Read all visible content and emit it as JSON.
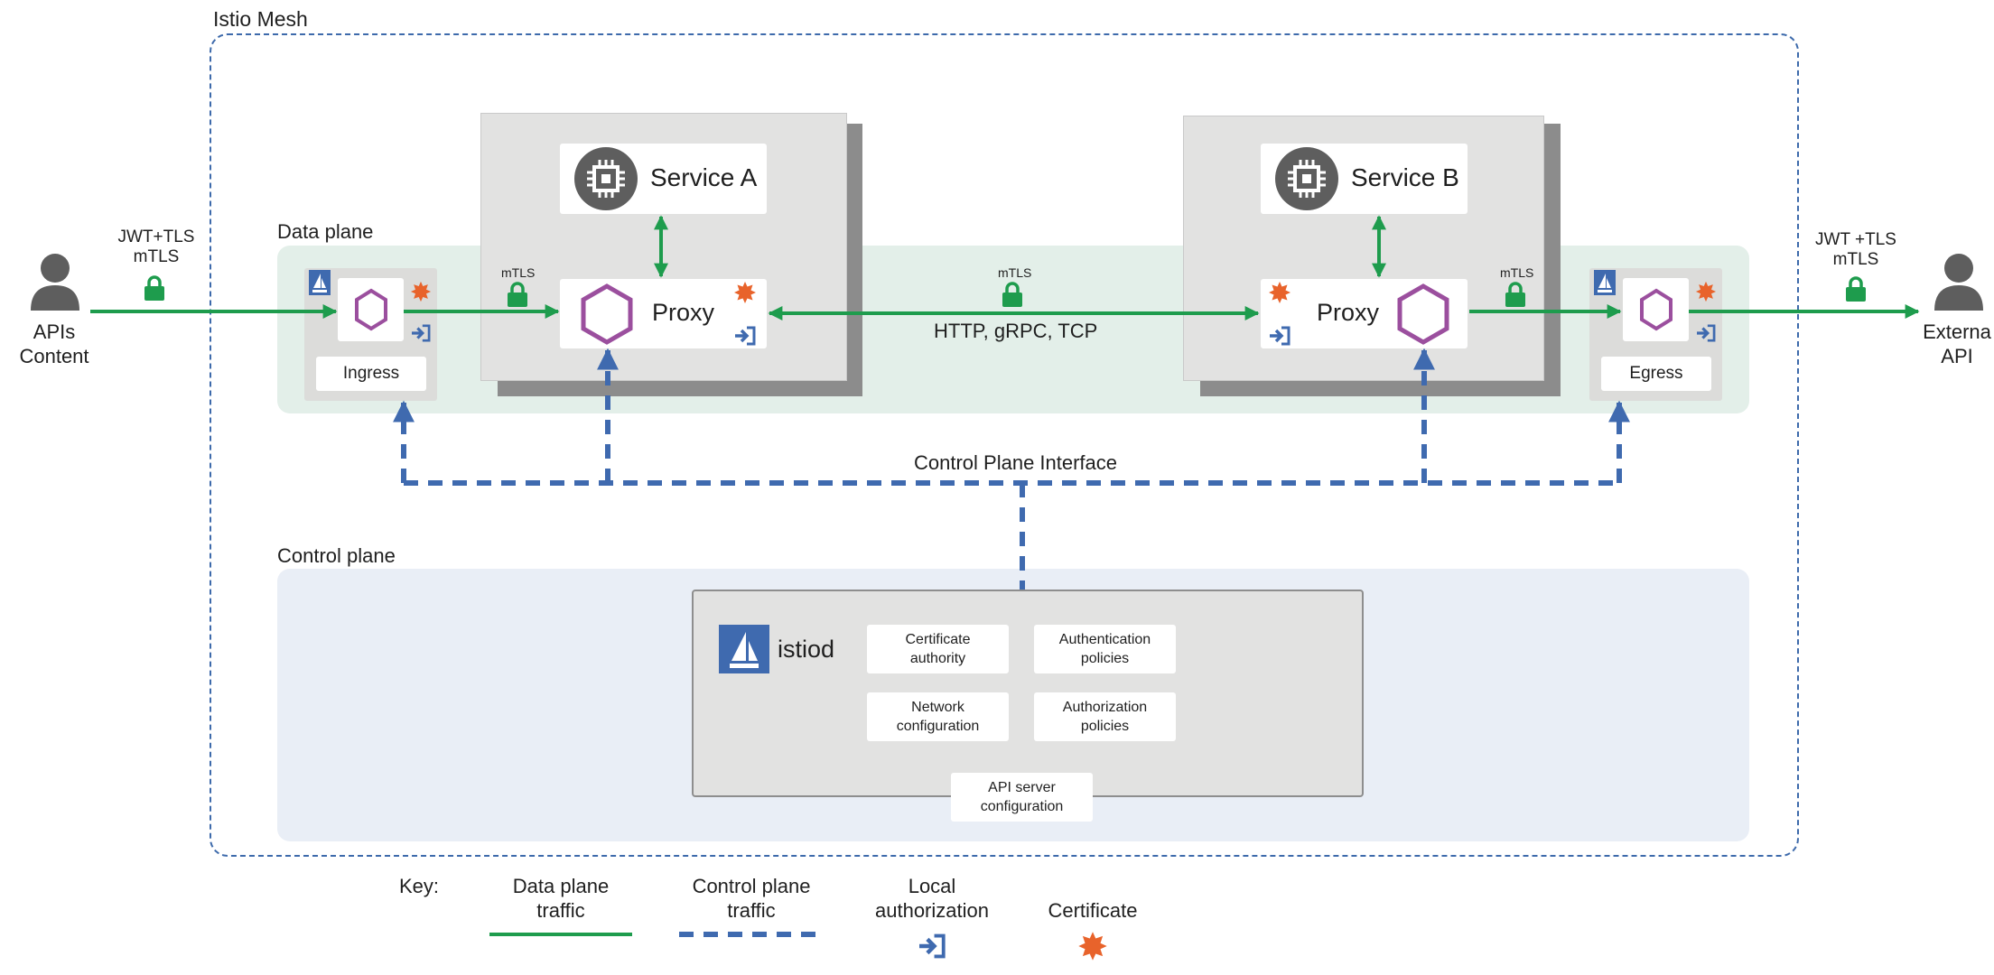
{
  "mesh": {
    "title": "Istio Mesh"
  },
  "data_plane": {
    "label": "Data plane"
  },
  "control_plane": {
    "label": "Control plane",
    "interface_label": "Control Plane Interface"
  },
  "client": {
    "line1": "APIs",
    "line2": "Content",
    "auth_line1": "JWT+TLS",
    "auth_line2": "mTLS"
  },
  "external": {
    "line1": "Externa",
    "line2": "API",
    "auth_line1": "JWT +TLS",
    "auth_line2": "mTLS"
  },
  "ingress": {
    "label": "Ingress"
  },
  "egress": {
    "label": "Egress"
  },
  "service_a": {
    "title": "Service A",
    "proxy_label": "Proxy"
  },
  "service_b": {
    "title": "Service B",
    "proxy_label": "Proxy"
  },
  "links": {
    "mtls_label": "mTLS",
    "protocols": "HTTP, gRPC, TCP"
  },
  "istiod": {
    "name": "istiod",
    "components": [
      {
        "line1": "Certificate",
        "line2": "authority"
      },
      {
        "line1": "Authentication",
        "line2": "policies"
      },
      {
        "line1": "Network",
        "line2": "configuration"
      },
      {
        "line1": "Authorization",
        "line2": "policies"
      },
      {
        "line1": "API server",
        "line2": "configuration"
      }
    ]
  },
  "key": {
    "title": "Key:",
    "items": [
      {
        "line1": "Data plane",
        "line2": "traffic"
      },
      {
        "line1": "Control plane",
        "line2": "traffic"
      },
      {
        "line1": "Local",
        "line2": "authorization"
      },
      {
        "line1": "Certificate",
        "line2": ""
      }
    ]
  },
  "colors": {
    "data_traffic": "#1e9c4d",
    "control_traffic": "#3f6aaf",
    "proxy_hexagon": "#9b4f9e",
    "certificate": "#e8632b",
    "lock": "#1e9c4d",
    "data_plane_bg": "#e3efe9",
    "control_plane_bg": "#e9eef6"
  },
  "icons": [
    "person-icon",
    "lock-icon",
    "chip-icon",
    "hexagon-icon",
    "certificate-icon",
    "local-authorization-icon",
    "istio-sail-icon"
  ]
}
